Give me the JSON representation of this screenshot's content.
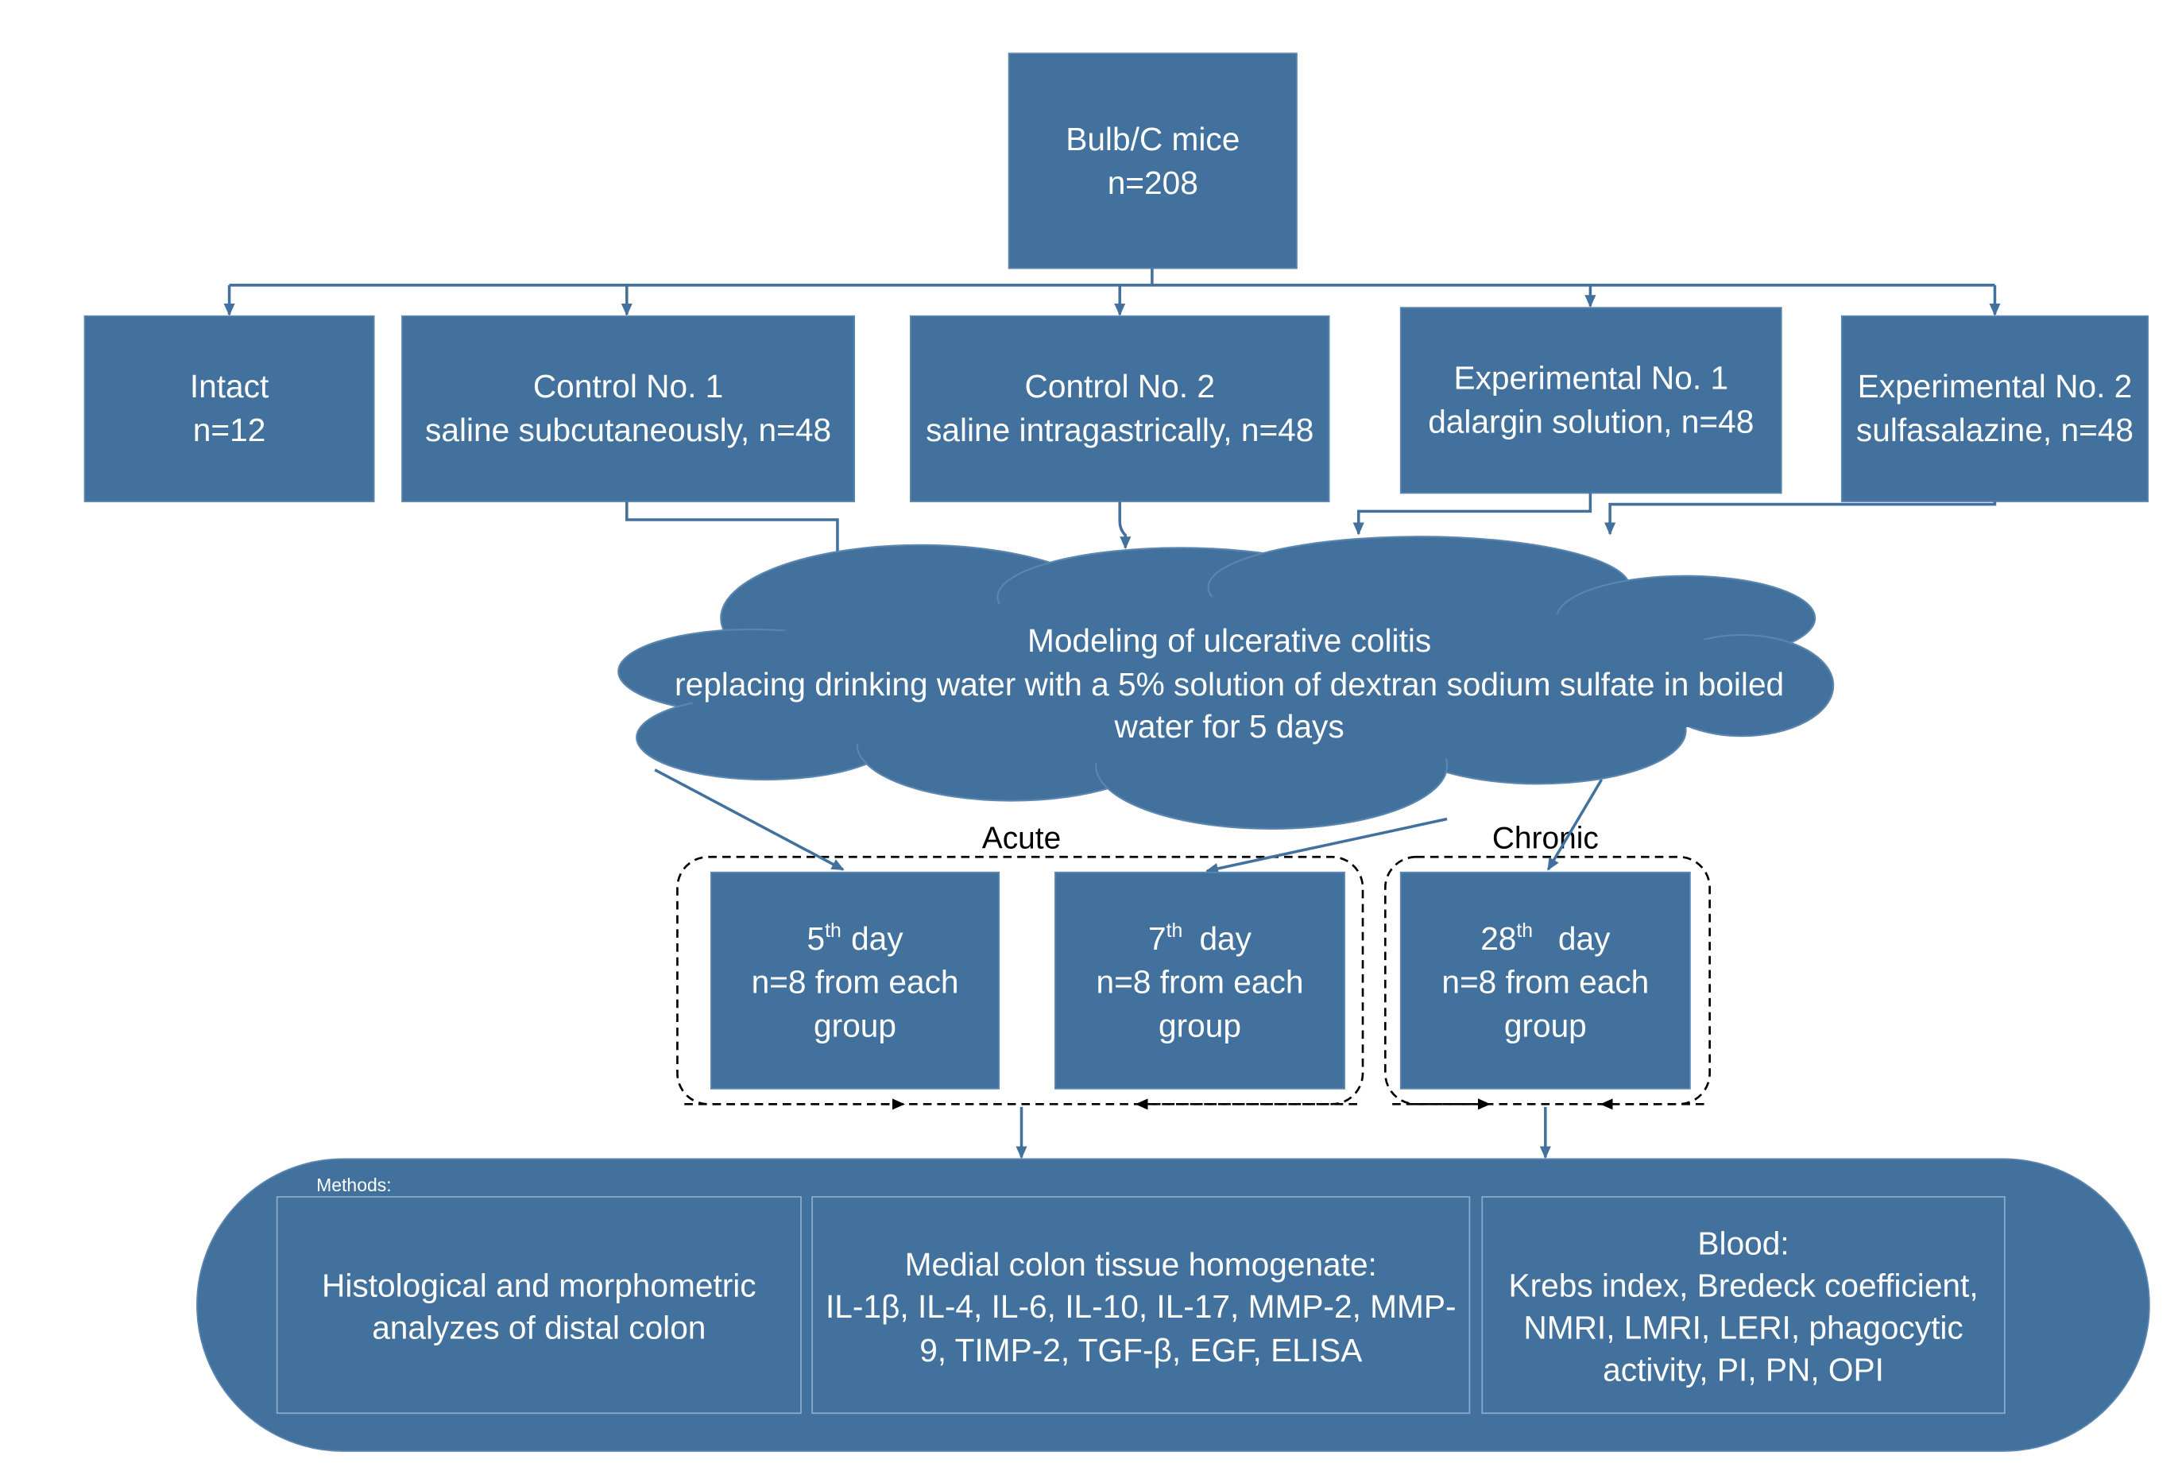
{
  "root": {
    "title": "Bulb/C mice",
    "count": "n=208"
  },
  "groups": [
    {
      "title": "Intact",
      "detail": "n=12"
    },
    {
      "title": "Control No. 1",
      "detail": "saline subcutaneously, n=48"
    },
    {
      "title": "Control No. 2",
      "detail": "saline intragastrically, n=48"
    },
    {
      "title": "Experimental No. 1",
      "detail": "dalargin solution, n=48"
    },
    {
      "title": "Experimental No. 2",
      "detail": "sulfasalazine, n=48"
    }
  ],
  "modeling": {
    "title": "Modeling of ulcerative colitis",
    "line_1": "replacing drinking water with a 5% solution of dextran sodium sulfate in boiled",
    "line_2": "water for 5 days"
  },
  "phases": {
    "acute": "Acute",
    "chronic": "Chronic"
  },
  "timepoints": [
    {
      "day_number": "5",
      "day_suffix": "th",
      "day_word": "day",
      "line_2": "n=8 from each",
      "line_3": "group"
    },
    {
      "day_number": "7",
      "day_suffix": "th",
      "day_word": "day",
      "line_2": "n=8 from each",
      "line_3": "group"
    },
    {
      "day_number": "28",
      "day_suffix": "th",
      "day_word": "day",
      "line_2": "n=8 from each",
      "line_3": "group"
    }
  ],
  "methods": {
    "label": "Methods:",
    "panels": [
      {
        "lines": [
          "Histological and morphometric",
          "analyzes of distal colon"
        ]
      },
      {
        "lines": [
          "Medial colon tissue homogenate:",
          "IL-1β, IL-4, IL-6, IL-10, IL-17, MMP-2, MMP-",
          "9, TIMP-2, TGF-β, EGF, ELISA"
        ]
      },
      {
        "lines": [
          "Blood:",
          "Krebs index, Bredeck coefficient,",
          "NMRI, LMRI, LERI, phagocytic",
          "activity, PI, PN, OPI"
        ]
      }
    ]
  },
  "colors": {
    "node_fill": "#41719C",
    "node_text": "#FFFFFF",
    "connector": "#41719C",
    "dashed_outline": "#000000"
  }
}
